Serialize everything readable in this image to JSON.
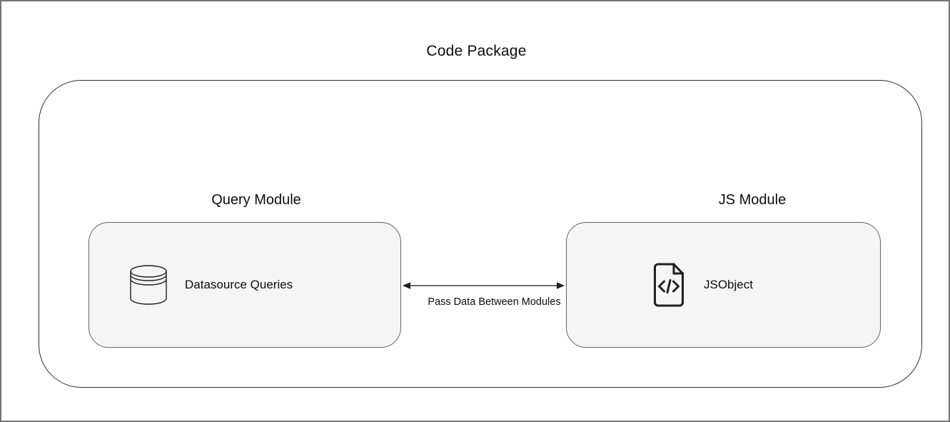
{
  "diagram": {
    "title": "Code Package",
    "container_name": "code-package",
    "modules": [
      {
        "id": "query-module",
        "label": "Query Module",
        "node": {
          "label": "Datasource Queries",
          "icon": "database-icon"
        }
      },
      {
        "id": "js-module",
        "label": "JS Module",
        "node": {
          "label": "JSObject",
          "icon": "code-file-icon"
        }
      }
    ],
    "connection": {
      "type": "bidirectional-arrow",
      "label": "Pass Data Between Modules",
      "from": "query-module",
      "to": "js-module"
    }
  },
  "colors": {
    "background": "#ffffff",
    "frame_border": "#757575",
    "container_border": "#2f2f2f",
    "node_fill": "#f5f5f5",
    "node_border": "#636363",
    "text": "#0d0d0d",
    "arrow": "#3d3d3d",
    "icon_stroke": "#1f1f1f"
  }
}
